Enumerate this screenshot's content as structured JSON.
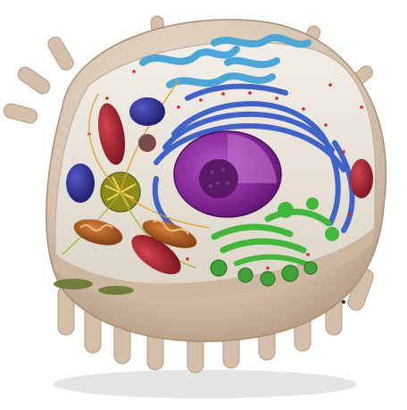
{
  "image": {
    "subject": "animal-cell-cutaway-illustration",
    "background_color": "#ffffff"
  },
  "palette": {
    "membrane": "#d9c7b4",
    "membrane_shadow": "#b89f86",
    "cytoplasm": "#ece6dc",
    "nucleus": "#8b2a9c",
    "nucleolus": "#5a1a66",
    "rough_er": "#3f63c9",
    "smooth_er": "#4aa7d8",
    "golgi": "#42b83a",
    "mitochondria": "#b35a1e",
    "vacuole": "#a31f2b",
    "lysosome": "#2b2c8f",
    "centrosome": "#8e8b1a",
    "ribosome": "#d8252b",
    "microtubule": "#e2a227"
  },
  "structures": [
    {
      "name": "cell-membrane"
    },
    {
      "name": "cytoplasm"
    },
    {
      "name": "nucleus"
    },
    {
      "name": "nucleolus"
    },
    {
      "name": "rough-endoplasmic-reticulum"
    },
    {
      "name": "smooth-endoplasmic-reticulum"
    },
    {
      "name": "golgi-apparatus"
    },
    {
      "name": "mitochondria"
    },
    {
      "name": "vacuoles"
    },
    {
      "name": "lysosomes"
    },
    {
      "name": "centrosome"
    },
    {
      "name": "ribosomes"
    },
    {
      "name": "cytoskeleton-filaments"
    },
    {
      "name": "microvilli"
    }
  ]
}
